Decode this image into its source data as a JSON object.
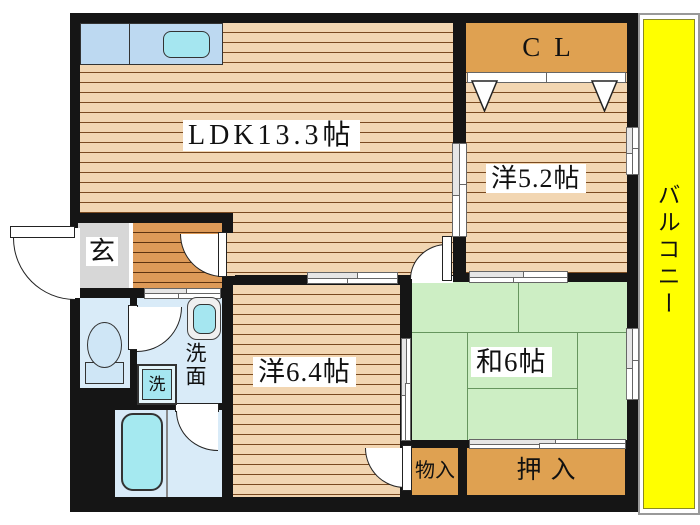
{
  "floorplan": {
    "rooms": {
      "ldk": {
        "label": "LDK13.3帖"
      },
      "western_room_5_2": {
        "label": "洋5.2帖"
      },
      "western_room_6_4": {
        "label": "洋6.4帖"
      },
      "japanese_room_6": {
        "label": "和6帖"
      },
      "closet": {
        "label": "CL"
      },
      "balcony": {
        "label": "バルコニー"
      },
      "entrance": {
        "label": "玄"
      },
      "washroom": {
        "label": "洗面"
      },
      "washing_machine": {
        "label": "洗"
      },
      "storage": {
        "label": "物入"
      },
      "futon_closet": {
        "label": "押入"
      }
    },
    "colors": {
      "wall": "#151515",
      "wood_floor": "#f2d6b2",
      "wood_floor_line": "#7a4a20",
      "hallway_floor": "#dd9a58",
      "tatami": "#cdeec4",
      "closet_fill": "#dfa151",
      "balcony_fill": "#ffff00",
      "wet_area": "#d9ebf8",
      "fixture": "#a5e6f0",
      "kitchen_counter": "#bdd9f1",
      "entrance_floor": "#d7d7d7"
    }
  }
}
